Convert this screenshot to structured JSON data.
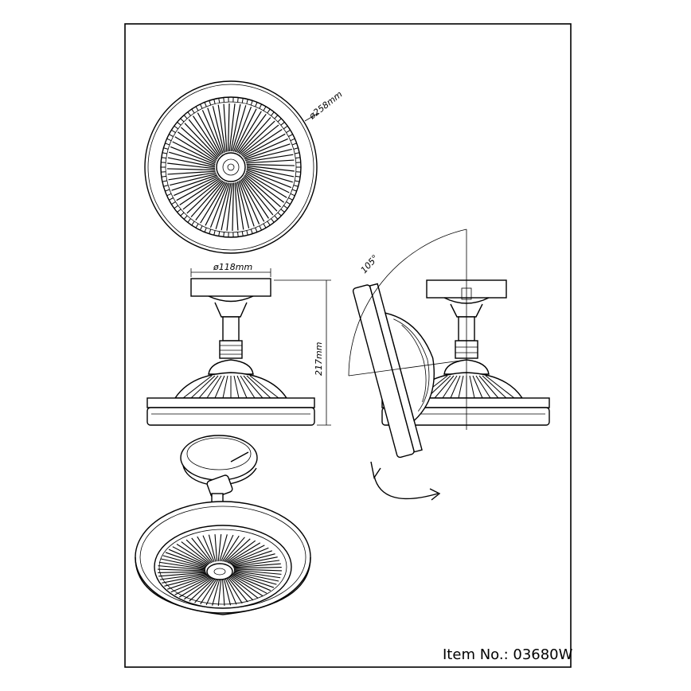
{
  "dimensions": {
    "diameter_outer": "ø258mm",
    "diameter_base": "ø118mm",
    "height": "217mm",
    "tilt_angle": "105°"
  },
  "footer": {
    "item_number": "Item No.: 03680W"
  }
}
